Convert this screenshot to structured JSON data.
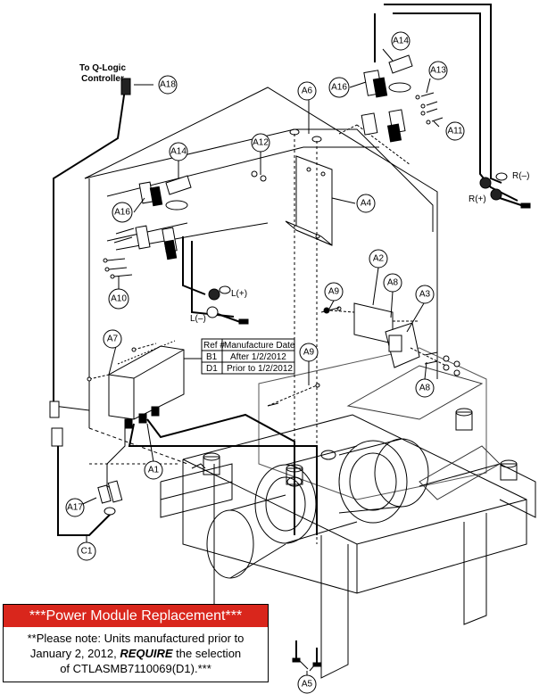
{
  "callouts": {
    "a1": "A1",
    "a2": "A2",
    "a3": "A3",
    "a4": "A4",
    "a5": "A5",
    "a6": "A6",
    "a7": "A7",
    "a8_top": "A8",
    "a8_bottom": "A8",
    "a9_top": "A9",
    "a9_mid": "A9",
    "a10": "A10",
    "a11": "A11",
    "a12": "A12",
    "a13": "A13",
    "a14_top": "A14",
    "a14_left": "A14",
    "a16_top": "A16",
    "a16_left": "A16",
    "a17": "A17",
    "a18": "A18",
    "c1": "C1"
  },
  "connector_label": {
    "line1": "To Q-Logic",
    "line2": "Controller"
  },
  "terminals": {
    "r_minus": "R(–)",
    "r_plus": "R(+)",
    "l_plus": "L(+)",
    "l_minus": "L(–)"
  },
  "ref_table": {
    "headers": [
      "Ref #",
      "Manufacture Date"
    ],
    "rows": [
      {
        "ref": "B1",
        "date": "After 1/2/2012"
      },
      {
        "ref": "D1",
        "date": "Prior to 1/2/2012"
      }
    ]
  },
  "notice": {
    "title": "***Power Module Replacement***",
    "line1": "**Please note: Units manufactured prior to",
    "line2_before": "January 2, 2012, ",
    "line2_emph": "REQUIRE",
    "line2_after": " the selection",
    "line3": "of CTLASMB7110069(D1).***"
  },
  "colors": {
    "banner": "#d9261c",
    "line": "#000000"
  }
}
